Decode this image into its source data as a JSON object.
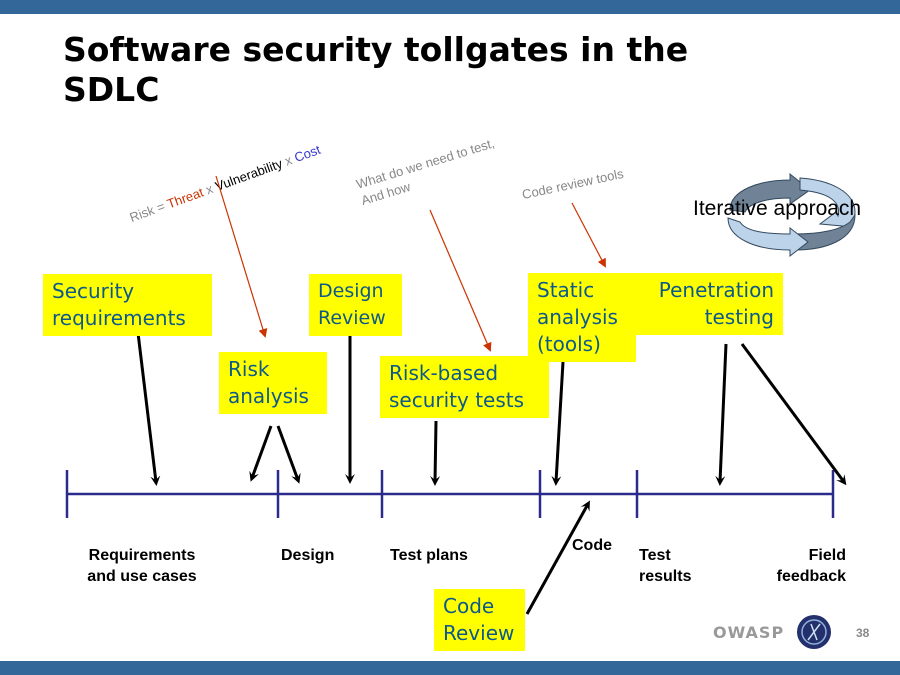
{
  "slide": {
    "title": "Software security tollgates in the SDLC",
    "page_number": "38",
    "brand": "OWASP"
  },
  "annotations": {
    "risk_formula": {
      "prefix": "Risk = ",
      "threat": "Threat",
      "x1": " x ",
      "vulnerability": "Vulnerability",
      "x2": " x ",
      "cost": "Cost"
    },
    "test_question": "What do we need to test,\nAnd how",
    "code_review_tools": "Code review tools",
    "iterative": "Iterative approach"
  },
  "tollgates": {
    "security_requirements": "Security\nrequirements",
    "risk_analysis": "Risk\nanalysis",
    "design_review": "Design\nReview",
    "risk_based_tests": "Risk-based\nsecurity tests",
    "static_analysis": "Static\nanalysis\n(tools)",
    "penetration_testing": "Penetration\ntesting",
    "code_review": "Code\nReview"
  },
  "stages": {
    "requirements": "Requirements\nand use cases",
    "design": "Design",
    "test_plans": "Test plans",
    "code": "Code",
    "test_results": "Test\nresults",
    "field_feedback": "Field\nfeedback"
  },
  "colors": {
    "bar": "#336699",
    "box_fill": "#ffff00",
    "box_text": "#0d5a8a",
    "timeline": "#2b2b8c",
    "red_arrow": "#cc3300",
    "threat": "#cc3300",
    "cost": "#3333cc"
  }
}
